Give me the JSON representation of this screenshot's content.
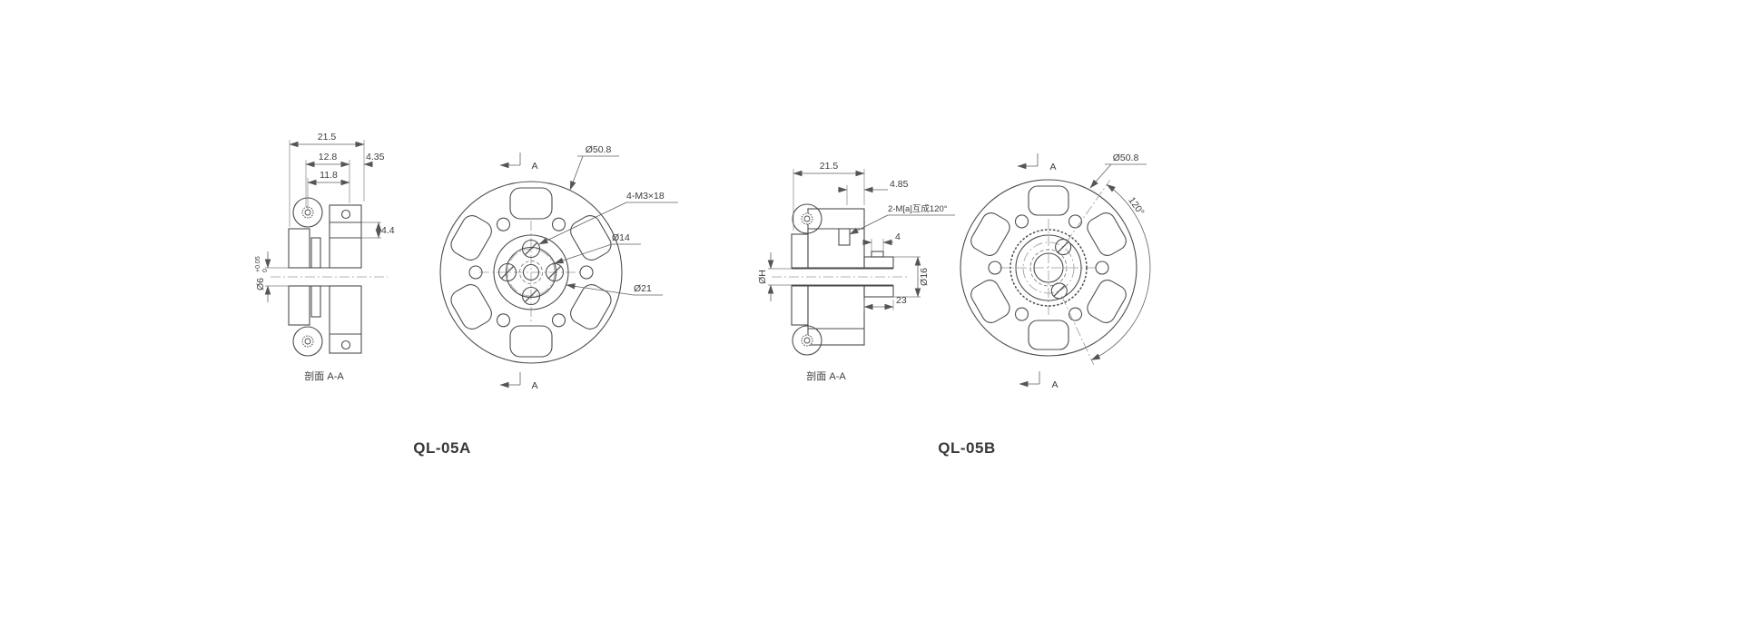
{
  "colors": {
    "background": "#ffffff",
    "lines": "#4d4d4d",
    "text": "#3c3c3c"
  },
  "parts": [
    {
      "title": "QL-05A",
      "section_view": {
        "caption": "剖面 A-A",
        "dims": {
          "total_width": "21.5",
          "mid_width": "12.8",
          "end_width": "4.35",
          "inner_width": "11.8",
          "step": "4.4",
          "bore_dia": "Ø6",
          "bore_tol_upper": "+0.05",
          "bore_tol_lower": "0"
        }
      },
      "front_view": {
        "section_label": "A",
        "dims": {
          "outer_dia": "Ø50.8",
          "mount_screws": "4-M3×18",
          "hub_dia": "Ø14",
          "pilot_dia": "Ø21"
        }
      }
    },
    {
      "title": "QL-05B",
      "section_view": {
        "caption": "剖面 A-A",
        "dims": {
          "total_width": "21.5",
          "flange_width": "4.85",
          "set_screws": "2-M[a]互成120°",
          "notch": "4",
          "bore_dia": "ØH",
          "shaft_dia": "Ø16",
          "shaft_len": "23"
        }
      },
      "front_view": {
        "section_label": "A",
        "dims": {
          "outer_dia": "Ø50.8",
          "screw_angle": "120°"
        }
      }
    }
  ]
}
